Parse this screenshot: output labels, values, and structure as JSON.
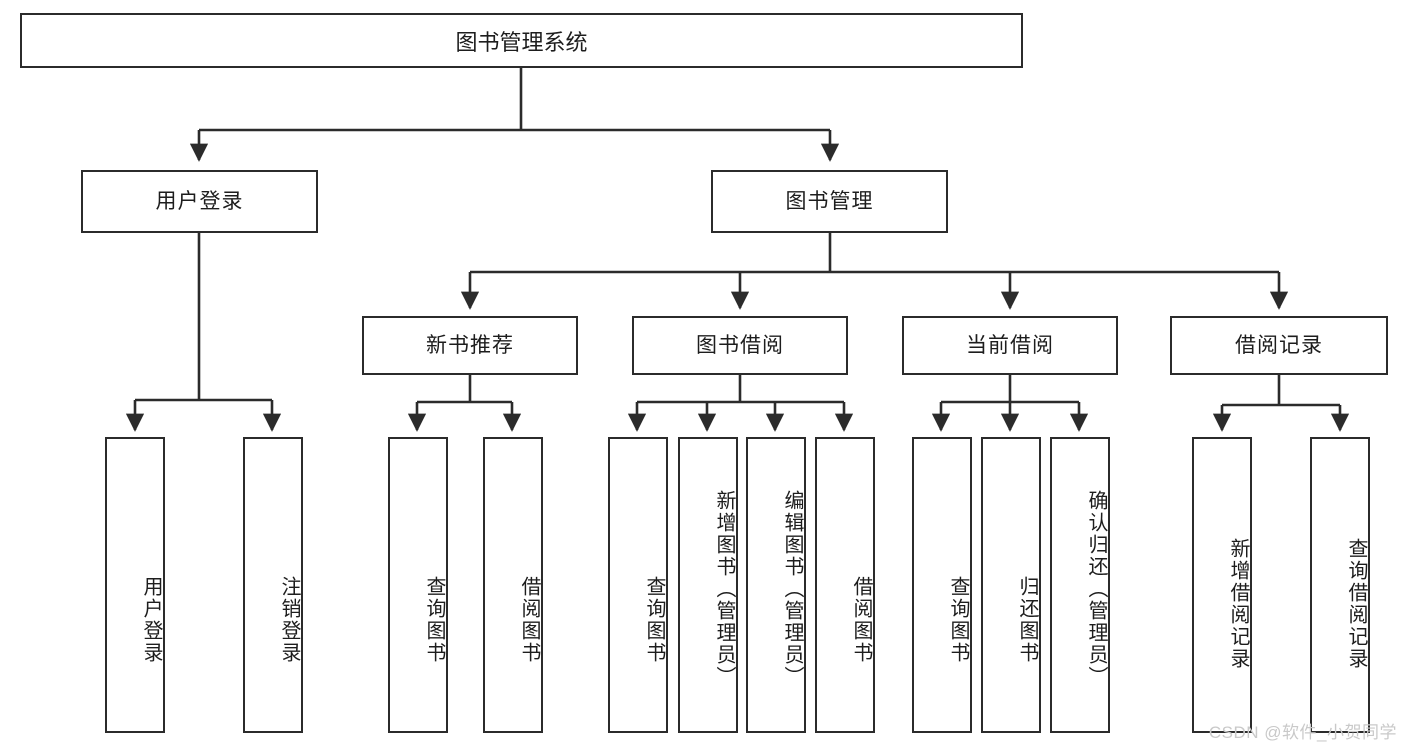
{
  "diagram": {
    "type": "tree-hierarchy-chart",
    "title": "图书管理系统",
    "root": {
      "label": "图书管理系统"
    },
    "level2": [
      {
        "id": "user-login",
        "label": "用户登录"
      },
      {
        "id": "book-manage",
        "label": "图书管理"
      }
    ],
    "level3": [
      {
        "id": "new-book-rec",
        "label": "新书推荐",
        "parent": "book-manage"
      },
      {
        "id": "book-borrow",
        "label": "图书借阅",
        "parent": "book-manage"
      },
      {
        "id": "current-borrow",
        "label": "当前借阅",
        "parent": "book-manage"
      },
      {
        "id": "borrow-record",
        "label": "借阅记录",
        "parent": "book-manage"
      }
    ],
    "leaves": [
      {
        "id": "leaf-user-login",
        "label": "用户登录",
        "parent": "user-login"
      },
      {
        "id": "leaf-logout",
        "label": "注销登录",
        "parent": "user-login"
      },
      {
        "id": "leaf-query-book-1",
        "label": "查询图书",
        "parent": "new-book-rec"
      },
      {
        "id": "leaf-borrow-book-1",
        "label": "借阅图书",
        "parent": "new-book-rec"
      },
      {
        "id": "leaf-query-book-2",
        "label": "查询图书",
        "parent": "book-borrow"
      },
      {
        "id": "leaf-add-book",
        "label": "新增图书（管理员）",
        "parent": "book-borrow"
      },
      {
        "id": "leaf-edit-book",
        "label": "编辑图书（管理员）",
        "parent": "book-borrow"
      },
      {
        "id": "leaf-borrow-book-2",
        "label": "借阅图书",
        "parent": "book-borrow"
      },
      {
        "id": "leaf-query-book-3",
        "label": "查询图书",
        "parent": "current-borrow"
      },
      {
        "id": "leaf-return-book",
        "label": "归还图书",
        "parent": "current-borrow"
      },
      {
        "id": "leaf-confirm-return",
        "label": "确认归还（管理员）",
        "parent": "current-borrow"
      },
      {
        "id": "leaf-add-record",
        "label": "新增借阅记录",
        "parent": "borrow-record"
      },
      {
        "id": "leaf-query-record",
        "label": "查询借阅记录",
        "parent": "borrow-record"
      }
    ],
    "watermark": "CSDN @软件_小贺同学",
    "colors": {
      "box_border": "#2b2b2b",
      "box_fill": "#ffffff",
      "connector": "#2b2b2b",
      "text": "#1d1d1d",
      "watermark": "#c9c9c9",
      "background": "#ffffff"
    }
  }
}
